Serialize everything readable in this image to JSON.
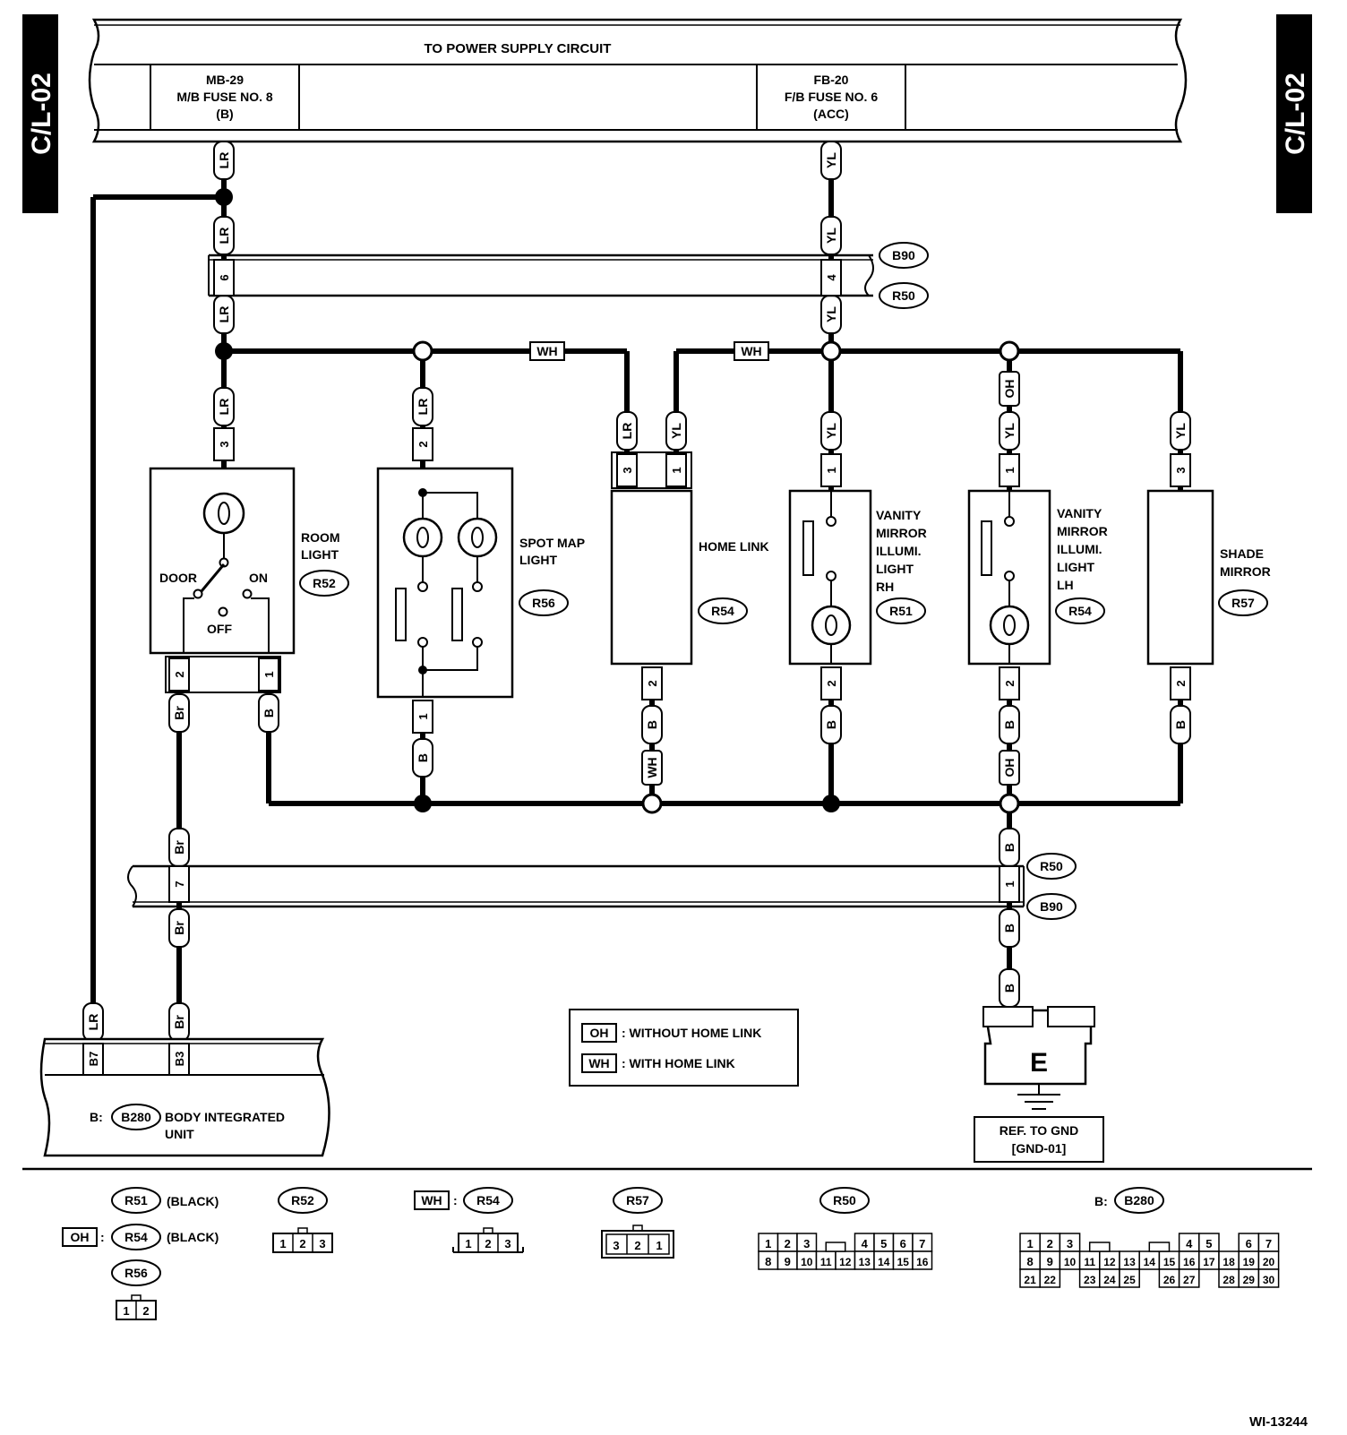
{
  "side_tab": "C/L-02",
  "power_header": {
    "title": "TO POWER SUPPLY CIRCUIT",
    "fuse_left": [
      "MB-29",
      "M/B FUSE NO. 8",
      "(B)"
    ],
    "fuse_right": [
      "FB-20",
      "F/B FUSE NO. 6",
      "(ACC)"
    ]
  },
  "wire_colors": {
    "LR": "LR",
    "YL": "YL",
    "WH": "WH",
    "OH": "OH",
    "B": "B",
    "Br": "Br"
  },
  "connectors": {
    "B90": "B90",
    "R50": "R50",
    "R51": "R51",
    "R52": "R52",
    "R54": "R54",
    "R56": "R56",
    "R57": "R57",
    "B280": "B280"
  },
  "pins": {
    "six": "6",
    "four": "4",
    "three": "3",
    "two": "2",
    "one": "1",
    "seven": "7",
    "b7": "B7",
    "b3": "B3"
  },
  "components": {
    "room_light": [
      "ROOM",
      "LIGHT"
    ],
    "room_switch": {
      "door": "DOOR",
      "on": "ON",
      "off": "OFF"
    },
    "spot_map": [
      "SPOT MAP",
      "LIGHT"
    ],
    "home_link": "HOME LINK",
    "vanity_rh": [
      "VANITY",
      "MIRROR",
      "ILLUMI.",
      "LIGHT",
      "RH"
    ],
    "vanity_lh": [
      "VANITY",
      "MIRROR",
      "ILLUMI.",
      "LIGHT",
      "LH"
    ],
    "shade_mirror": [
      "SHADE",
      "MIRROR"
    ]
  },
  "body_unit": {
    "prefix": "B:",
    "label": [
      "BODY INTEGRATED",
      "UNIT"
    ]
  },
  "legend": {
    "oh_text": ": WITHOUT HOME LINK",
    "wh_text": ": WITH HOME LINK"
  },
  "ground": {
    "symbol": "E",
    "ref": [
      "REF. TO GND",
      "[GND-01]"
    ]
  },
  "bottom_key": {
    "black": "(BLACK)",
    "colon": ":",
    "b_prefix": "B:",
    "r52_pins": [
      "1",
      "2",
      "3"
    ],
    "r54_pins": [
      "1",
      "2",
      "3"
    ],
    "r57_pins": [
      "3",
      "2",
      "1"
    ],
    "r56_pins": [
      "1",
      "2"
    ],
    "r50_row1": [
      "1",
      "2",
      "3",
      "4",
      "5",
      "6",
      "7"
    ],
    "r50_row2": [
      "8",
      "9",
      "10",
      "11",
      "12",
      "13",
      "14",
      "15",
      "16"
    ],
    "b280_row1": [
      "1",
      "2",
      "3",
      "4",
      "5",
      "6",
      "7"
    ],
    "b280_row2": [
      "8",
      "9",
      "10",
      "11",
      "12",
      "13",
      "14",
      "15",
      "16",
      "17",
      "18",
      "19",
      "20"
    ],
    "b280_row3": [
      "21",
      "22",
      "23",
      "24",
      "25",
      "26",
      "27",
      "28",
      "29",
      "30"
    ]
  },
  "figure_id": "WI-13244"
}
